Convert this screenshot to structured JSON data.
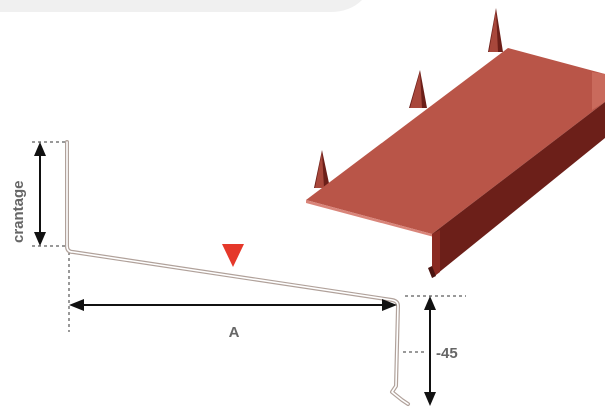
{
  "diagram": {
    "labels": {
      "crantage": "crantage",
      "width": "A",
      "drop": "-45"
    },
    "colors": {
      "marker": "#e5382a",
      "sheet_top": "#b95548",
      "sheet_face": "#6c1f19",
      "outline": "#b0a19a",
      "arrow": "#111111",
      "label": "#666666"
    }
  }
}
